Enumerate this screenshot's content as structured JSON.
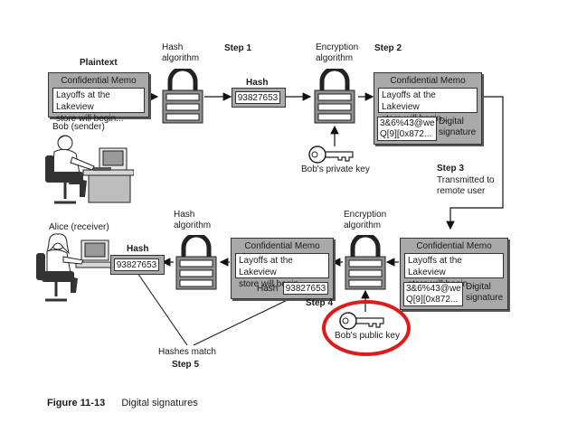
{
  "plaintext_label": "Plaintext",
  "bob_label": "Bob (sender)",
  "alice_label": "Alice (receiver)",
  "hash_algorithm_label": "Hash algorithm",
  "encryption_algorithm_label": "Encryption algorithm",
  "hash_label": "Hash",
  "hash_value": "93827653",
  "step1": "Step 1",
  "step2": "Step 2",
  "step3": "Step 3",
  "step3_desc_line1": "Transmitted to",
  "step3_desc_line2": "remote user",
  "step4": "Step 4",
  "step5": "Step 5",
  "hashes_match": "Hashes match",
  "memo": {
    "title": "Confidential Memo",
    "line1": "Layoffs at the Lakeview",
    "line2": "store will begin..."
  },
  "signature": {
    "line1": "3&6%43@we",
    "line2": "Q[9][0x872...",
    "label_line1": "Digital",
    "label_line2": "signature"
  },
  "private_key_label": "Bob's private key",
  "public_key_label": "Bob's public key",
  "figure_number": "Figure 11-13",
  "figure_title": "Digital signatures",
  "colors": {
    "highlight": "#e0191b",
    "box_fill": "#a9a9a9"
  }
}
